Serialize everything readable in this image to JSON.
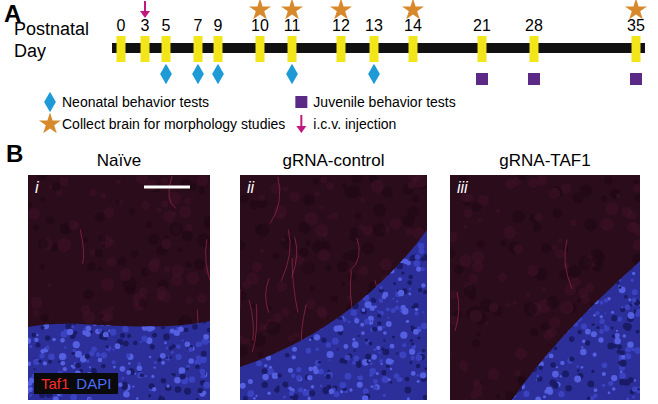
{
  "diagram": {
    "nodes": [
      {
        "text": [
          "Naïve",
          "i"
        ]
      },
      {
        "text": [
          "Taf1",
          "DAPI"
        ],
        "in": 0
      },
      {
        "text": [
          "gRNA-control",
          "ii"
        ]
      },
      {
        "text": [
          "gRNA-TAF1",
          "iii"
        ]
      }
    ],
    "labels": [
      "A",
      "Postnatal Day",
      "0",
      "3",
      "5",
      "7",
      "9",
      "10",
      "11",
      "12",
      "13",
      "14",
      "21",
      "28",
      "35",
      "B"
    ],
    "legend": [
      {
        "text": "Neonatal behavior tests"
      },
      {
        "text": "Juvenile behavior tests"
      },
      {
        "text": "Collect brain for morphology studies"
      },
      {
        "text": "i.c.v. injection"
      }
    ]
  }
}
